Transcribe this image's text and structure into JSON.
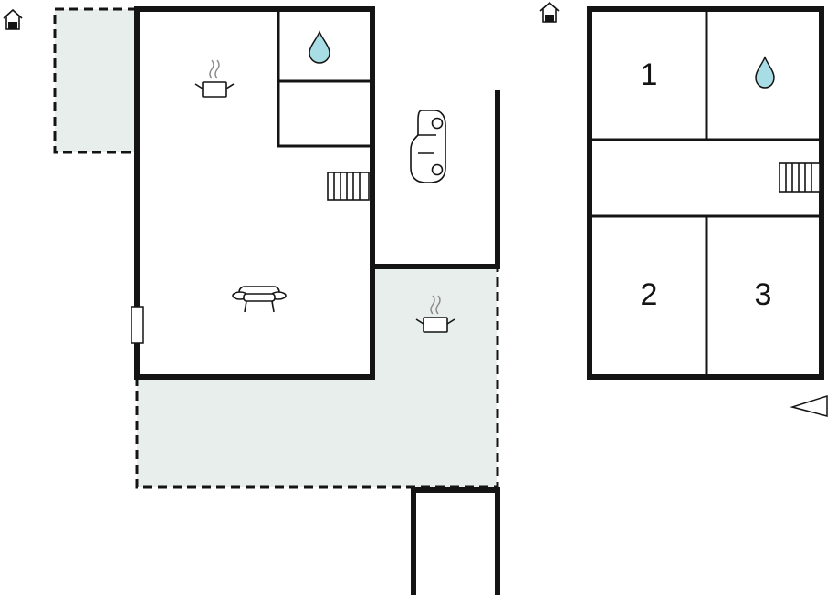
{
  "colors": {
    "wall": "#141414",
    "terrace": "#e8eeec",
    "water": "#a9dde6",
    "background": "#ffffff"
  },
  "icons": {
    "kitchen": "cooking-pot-icon",
    "bathroom": "water-drop-icon",
    "living_room": "sofa-icon",
    "stairs": "stairs-icon",
    "parking": "car-icon",
    "entrance": "house-entrance-icon",
    "direction": "triangle-pointer-icon"
  },
  "upper_floor": {
    "rooms": [
      {
        "label": "1"
      },
      {
        "label": "2"
      },
      {
        "label": "3"
      }
    ]
  }
}
